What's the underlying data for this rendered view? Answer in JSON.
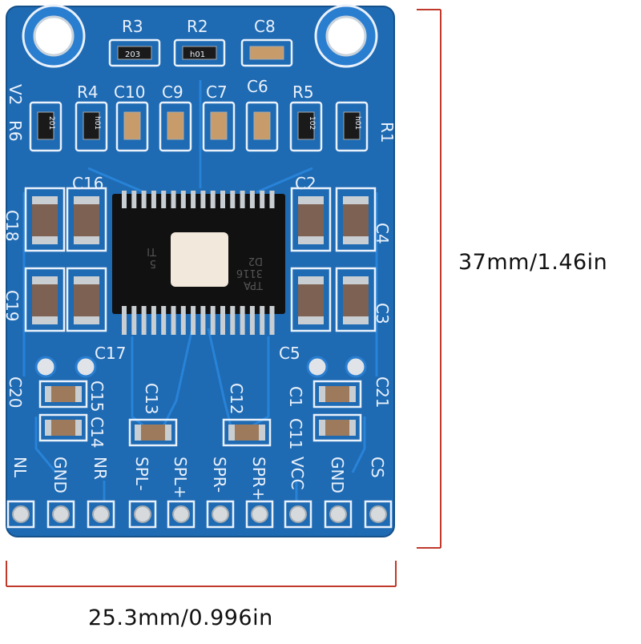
{
  "dimensions": {
    "height_label": "37mm/1.46in",
    "width_label": "25.3mm/0.996in"
  },
  "colors": {
    "pcb": "#1e6ab3",
    "trace": "#2a7ed0",
    "silkscreen": "#e9f1fb",
    "dimension_line": "#c0392b",
    "pad": "#cfd4d8"
  },
  "board": {
    "ic_marking": [
      "TPA",
      "3116",
      "D2",
      "TI",
      "5"
    ],
    "component_labels": [
      {
        "ref": "R3",
        "code": "203"
      },
      {
        "ref": "R2",
        "code": "h01"
      },
      {
        "ref": "C8",
        "code": ""
      },
      {
        "ref": "R6",
        "code": "201"
      },
      {
        "ref": "R4",
        "code": "h01"
      },
      {
        "ref": "C10",
        "code": ""
      },
      {
        "ref": "C9",
        "code": ""
      },
      {
        "ref": "C7",
        "code": ""
      },
      {
        "ref": "C6",
        "code": ""
      },
      {
        "ref": "R5",
        "code": "102"
      },
      {
        "ref": "R1",
        "code": "h01"
      }
    ],
    "labels_free": [
      "V2",
      "C16",
      "C18",
      "C19",
      "C2",
      "C4",
      "C3",
      "C17",
      "C5",
      "C20",
      "C15",
      "C14",
      "C13",
      "C12",
      "C1",
      "C11",
      "C21"
    ],
    "pins": [
      "NL",
      "GND",
      "NR",
      "SPL-",
      "SPL+",
      "SPR-",
      "SPR+",
      "VCC",
      "GND",
      "CS"
    ]
  }
}
